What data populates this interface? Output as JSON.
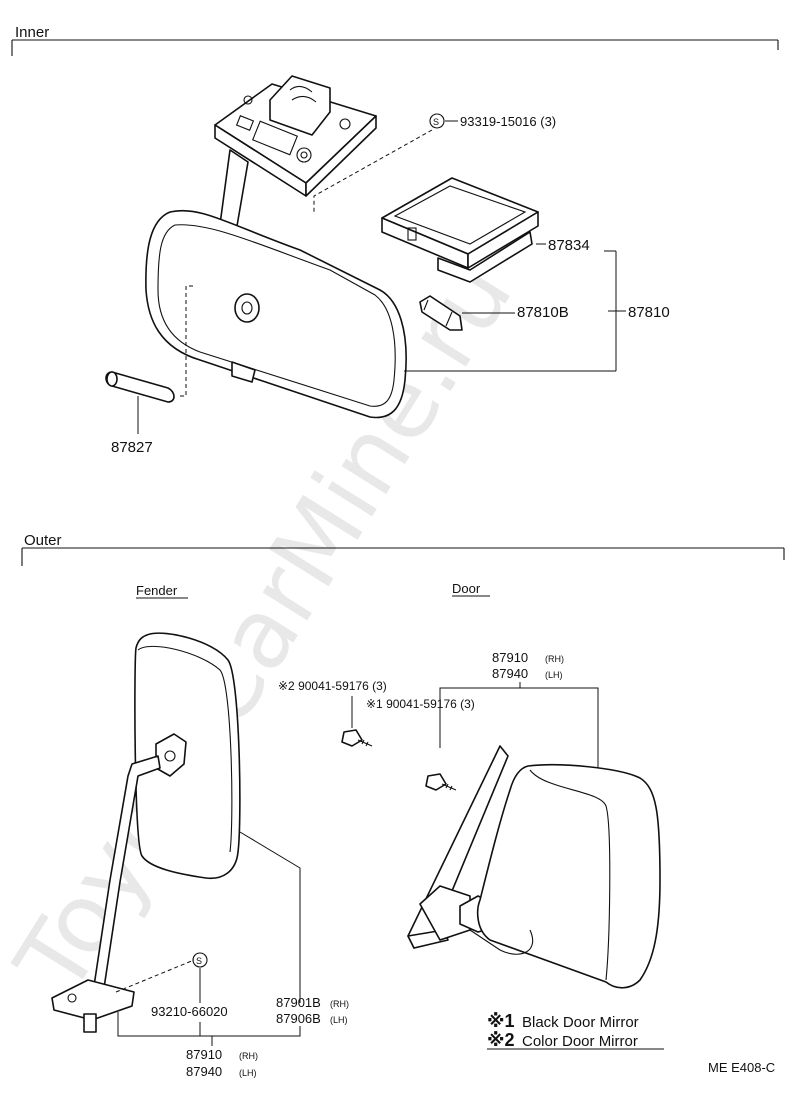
{
  "sections": {
    "inner": "Inner",
    "outer": "Outer",
    "fender": "Fender",
    "door": "Door"
  },
  "inner_parts": {
    "screw": "93319-15016 (3)",
    "lamp_cover": "87834",
    "bulb": "87810B",
    "mirror_assy": "87810",
    "cover": "87827"
  },
  "fender_parts": {
    "screw": "93210-66020",
    "mirror_rh": "87901B",
    "mirror_lh": "87906B",
    "assy_rh": "87910",
    "assy_lh": "87940"
  },
  "door_parts": {
    "assy_rh": "87910",
    "assy_lh": "87940",
    "screw_2": "※2 90041-59176 (3)",
    "screw_1": "※1 90041-59176 (3)"
  },
  "suffixes": {
    "rh": "(RH)",
    "lh": "(LH)"
  },
  "notes": {
    "note1_mark": "※1",
    "note1_text": "Black Door Mirror",
    "note2_mark": "※2",
    "note2_text": "Color Door Mirror"
  },
  "figure_code": "ME E408-C",
  "watermark": "ToyotaCarMine.ru"
}
